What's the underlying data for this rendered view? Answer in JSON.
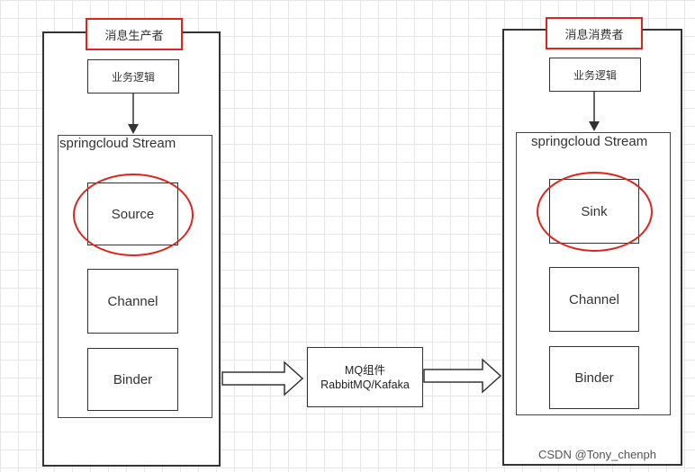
{
  "producer": {
    "title": "消息生产者",
    "business_logic": "业务逻辑",
    "stream_label": "springcloud Stream",
    "components": [
      "Source",
      "Channel",
      "Binder"
    ]
  },
  "consumer": {
    "title": "消息消费者",
    "business_logic": "业务逻辑",
    "stream_label": "springcloud Stream",
    "components": [
      "Sink",
      "Channel",
      "Binder"
    ]
  },
  "middleware": {
    "line1": "MQ组件",
    "line2": "RabbitMQ/Kafaka"
  },
  "watermark": "CSDN @Tony_chenph",
  "colors": {
    "highlight": "#e0231b",
    "stroke": "#333333",
    "grid": "#e6e6e6"
  }
}
